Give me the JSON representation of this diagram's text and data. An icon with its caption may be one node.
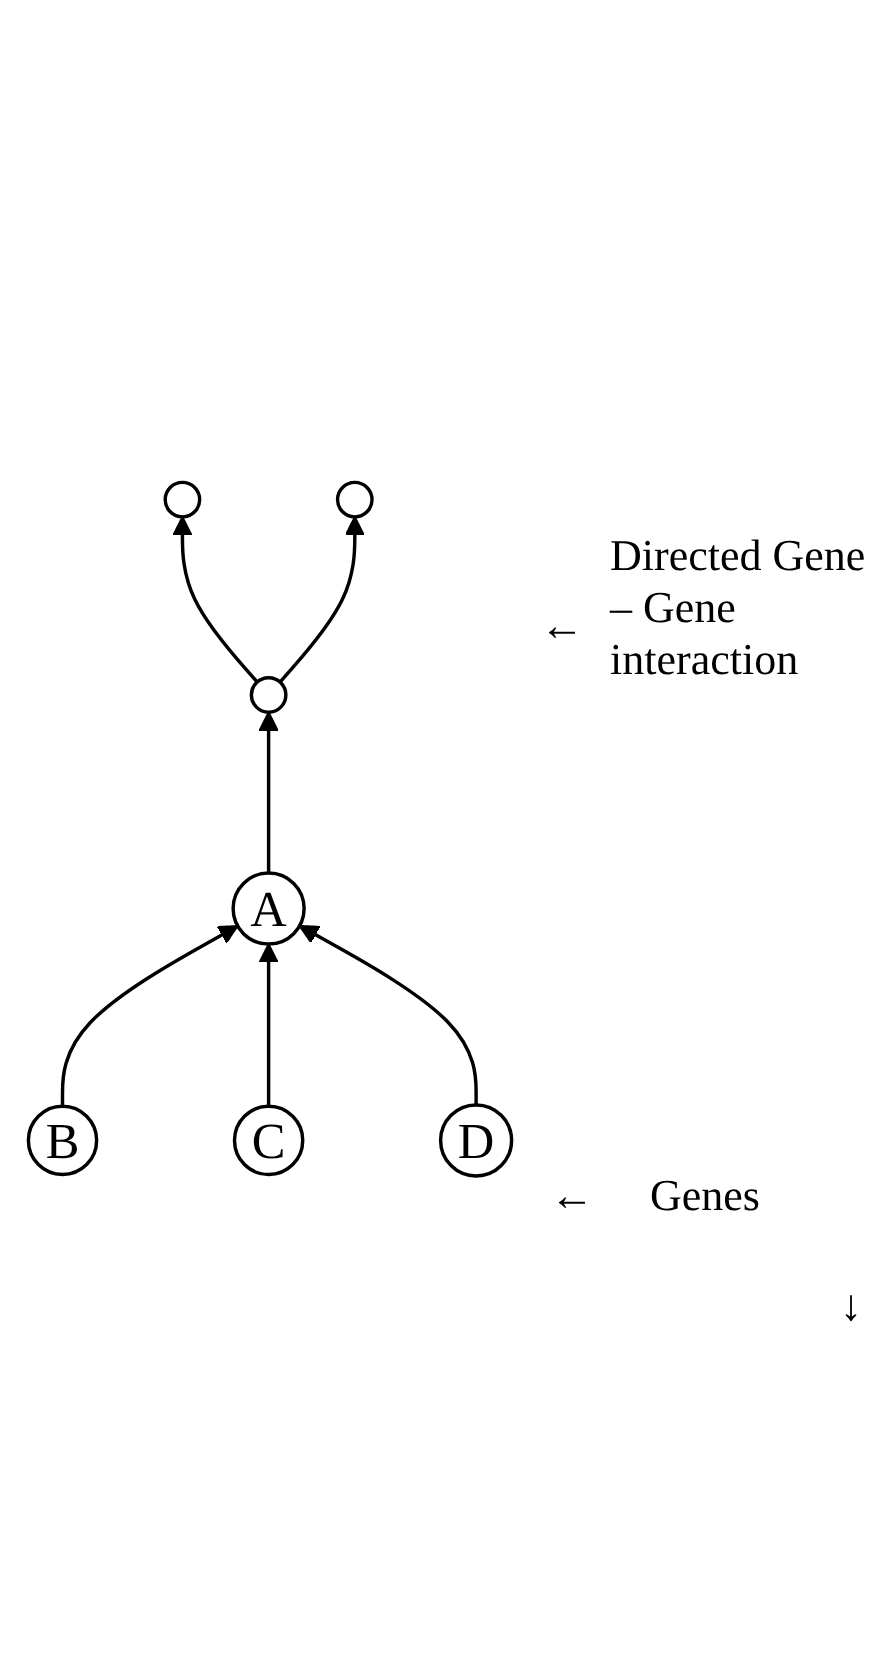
{
  "diagram": {
    "nodes": [
      {
        "text": [],
        "shape": "circle"
      },
      {
        "text": [],
        "shape": "circle"
      },
      {
        "text": [],
        "shape": "circle"
      },
      {
        "text": [
          "A"
        ]
      },
      {
        "text": [
          "B"
        ]
      },
      {
        "text": [
          "C"
        ]
      },
      {
        "text": [
          "D"
        ]
      }
    ],
    "edges": [
      {
        "from": 2,
        "to": 0,
        "arrow": "to"
      },
      {
        "from": 2,
        "to": 1,
        "arrow": "to"
      },
      {
        "from": 3,
        "to": 2,
        "arrow": "to"
      },
      {
        "from": 4,
        "to": 3,
        "arrow": "to"
      },
      {
        "from": 5,
        "to": 3,
        "arrow": "to"
      },
      {
        "from": 6,
        "to": 3,
        "arrow": "to"
      }
    ],
    "labels": [
      "←",
      "Directed Gene – Gene interaction",
      "←",
      "Genes",
      "↓"
    ]
  }
}
